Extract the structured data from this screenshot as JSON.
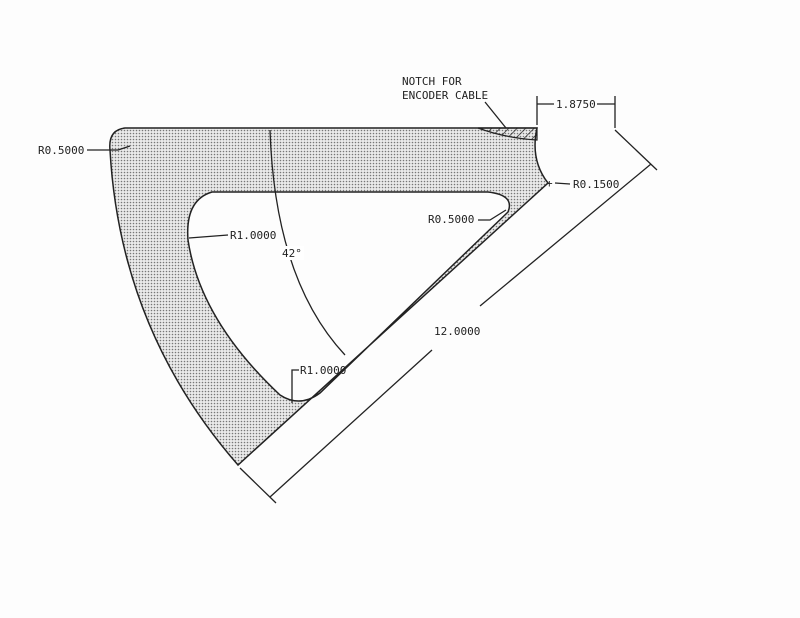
{
  "drawing": {
    "notch_label_line1": "NOTCH FOR",
    "notch_label_line2": "ENCODER CABLE",
    "dim_notch_width": "1.8750",
    "radius_top_left": "R0.5000",
    "radius_tip": "R0.1500",
    "radius_inner_top_left": "R1.0000",
    "radius_inner_right": "R0.5000",
    "angle": "42°",
    "dim_length": "12.0000",
    "radius_inner_bottom": "R1.0000"
  },
  "colors": {
    "line": "#222222",
    "fill": "#d8d8d8"
  }
}
